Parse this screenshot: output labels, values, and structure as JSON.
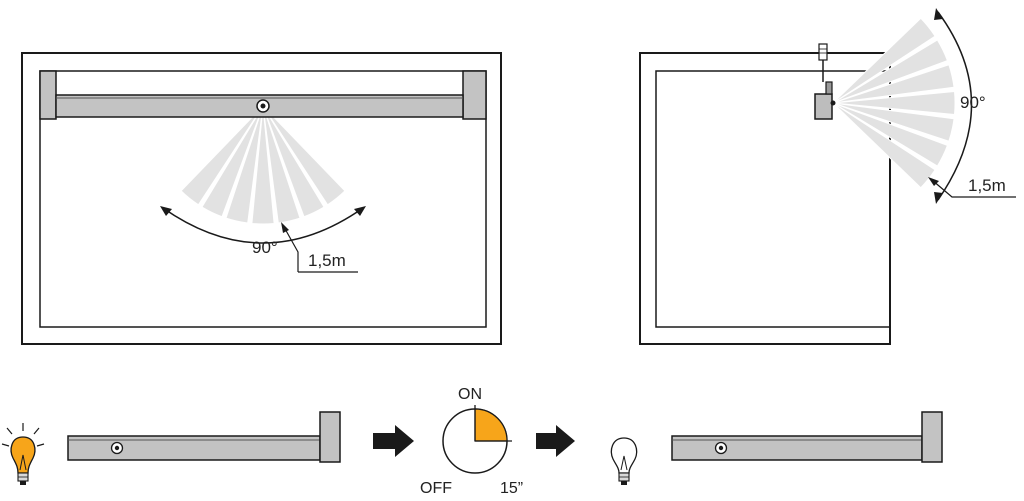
{
  "top_left": {
    "angle_label": "90°",
    "range_label": "1,5m"
  },
  "top_right": {
    "angle_label": "90°",
    "range_label": "1,5m"
  },
  "sequence": {
    "timer": {
      "on_label": "ON",
      "off_label": "OFF",
      "time_label": "15”"
    },
    "lamp_on_color": "#f7a51a",
    "timer_fill_color": "#f7a51a"
  },
  "colors": {
    "bar": "#c3c3c3",
    "bar_dark": "#9a9a9a",
    "beam": "#e2e2e2",
    "outline": "#1a1a1a"
  }
}
